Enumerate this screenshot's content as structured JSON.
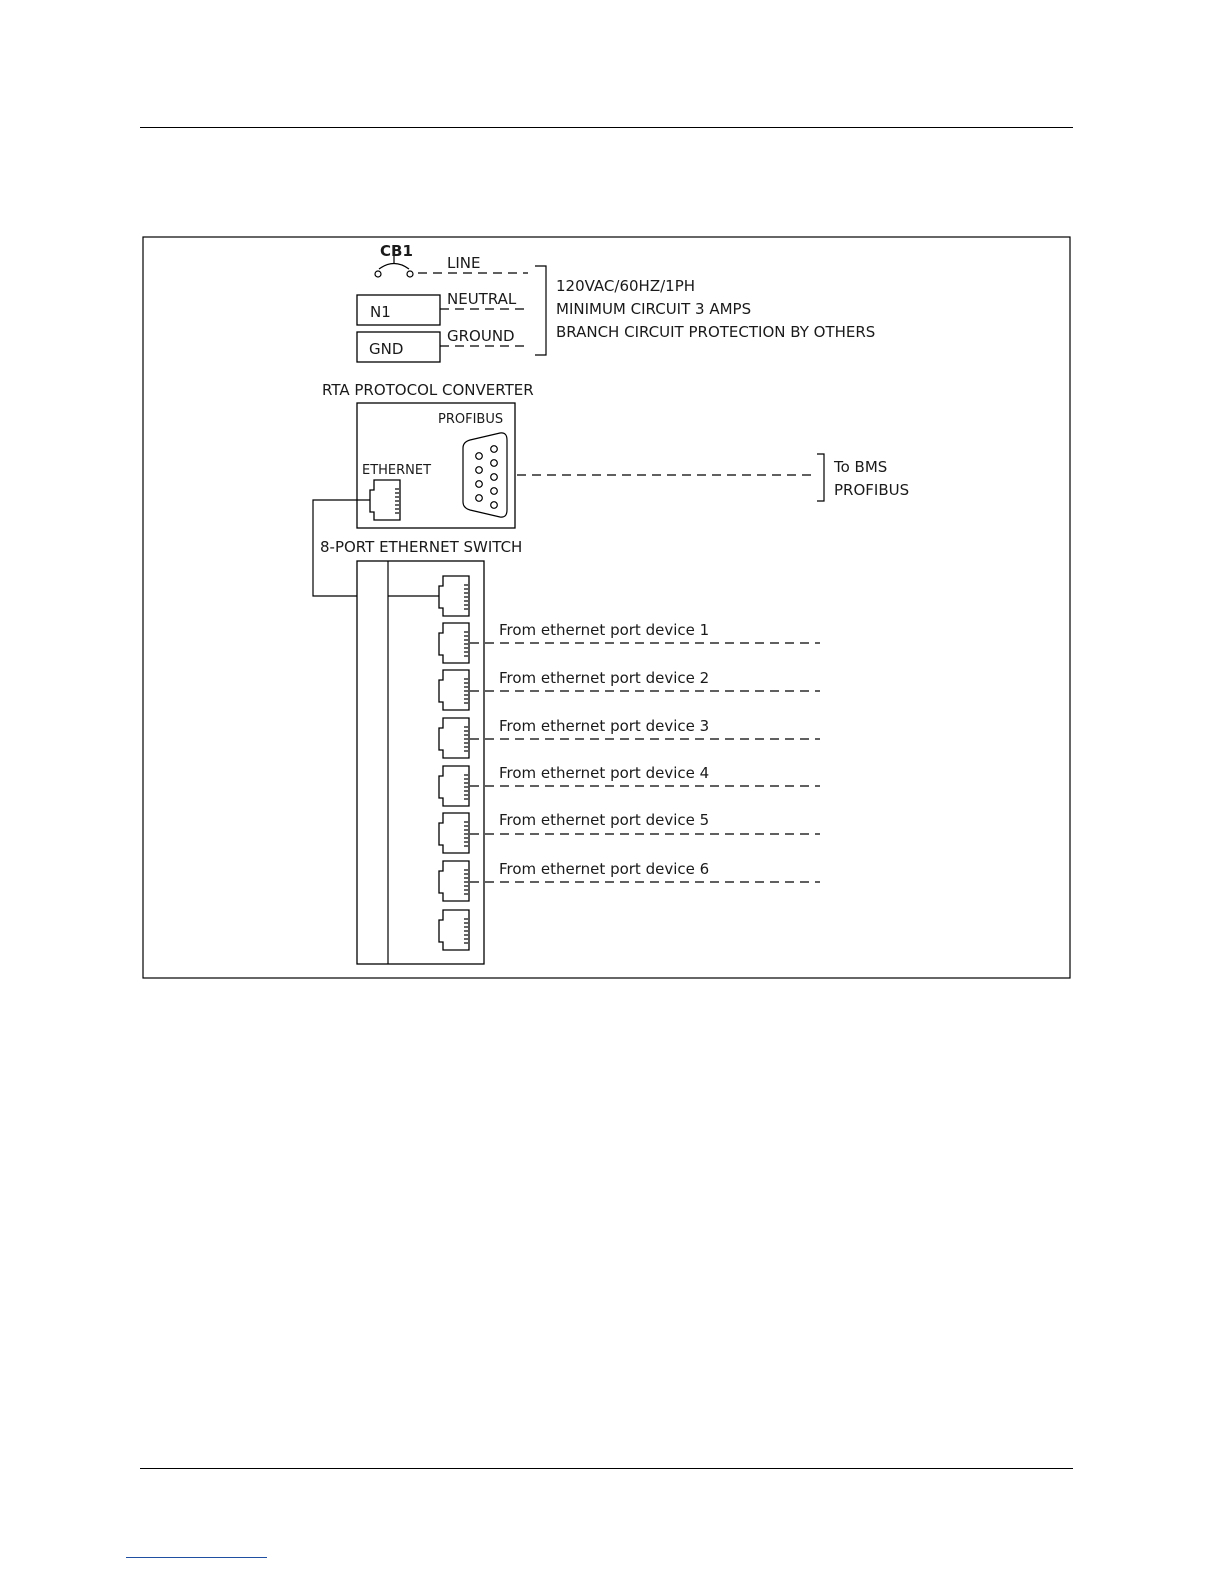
{
  "power": {
    "breaker_label": "CB1",
    "line_label": "LINE",
    "neutral_label": "NEUTRAL",
    "ground_label": "GROUND",
    "n1_label": "N1",
    "gnd_label": "GND",
    "spec_lines": [
      "120VAC/60HZ/1PH",
      "MINIMUM CIRCUIT 3 AMPS",
      "BRANCH CIRCUIT PROTECTION BY OTHERS"
    ]
  },
  "converter": {
    "title": "RTA  PROTOCOL CONVERTER",
    "profibus_label": "PROFIBUS",
    "ethernet_label": "ETHERNET",
    "bms_lines": [
      "To BMS",
      "PROFIBUS"
    ]
  },
  "switch": {
    "title": "8-PORT ETHERNET SWITCH",
    "devices": [
      "From ethernet port device 1",
      "From ethernet port device 2",
      "From ethernet port device 3",
      "From ethernet port device 4",
      "From ethernet port device 5",
      "From ethernet port device 6"
    ]
  }
}
